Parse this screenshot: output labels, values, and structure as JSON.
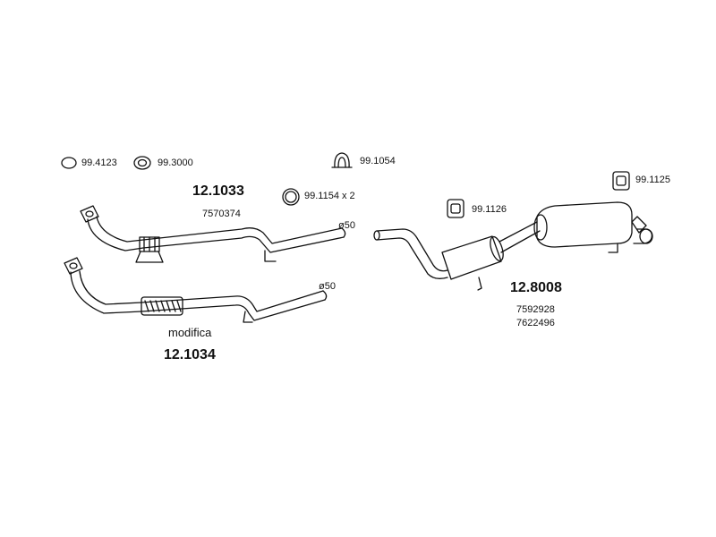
{
  "parts": {
    "gasket_ring": "99.4123",
    "seal_ring": "99.3000",
    "clamp_bracket": "99.1054",
    "ring_clamp": "99.1154 x 2",
    "rubber_mount_center": "99.1126",
    "rubber_mount_rear": "99.1125"
  },
  "front_pipe_upper": {
    "code": "12.1033",
    "oem": "7570374",
    "diameter": "ø50"
  },
  "front_pipe_lower": {
    "code": "12.1034",
    "note": "modifica",
    "diameter": "ø50"
  },
  "rear_silencer": {
    "code": "12.8008",
    "oem_1": "7592928",
    "oem_2": "7622496"
  }
}
